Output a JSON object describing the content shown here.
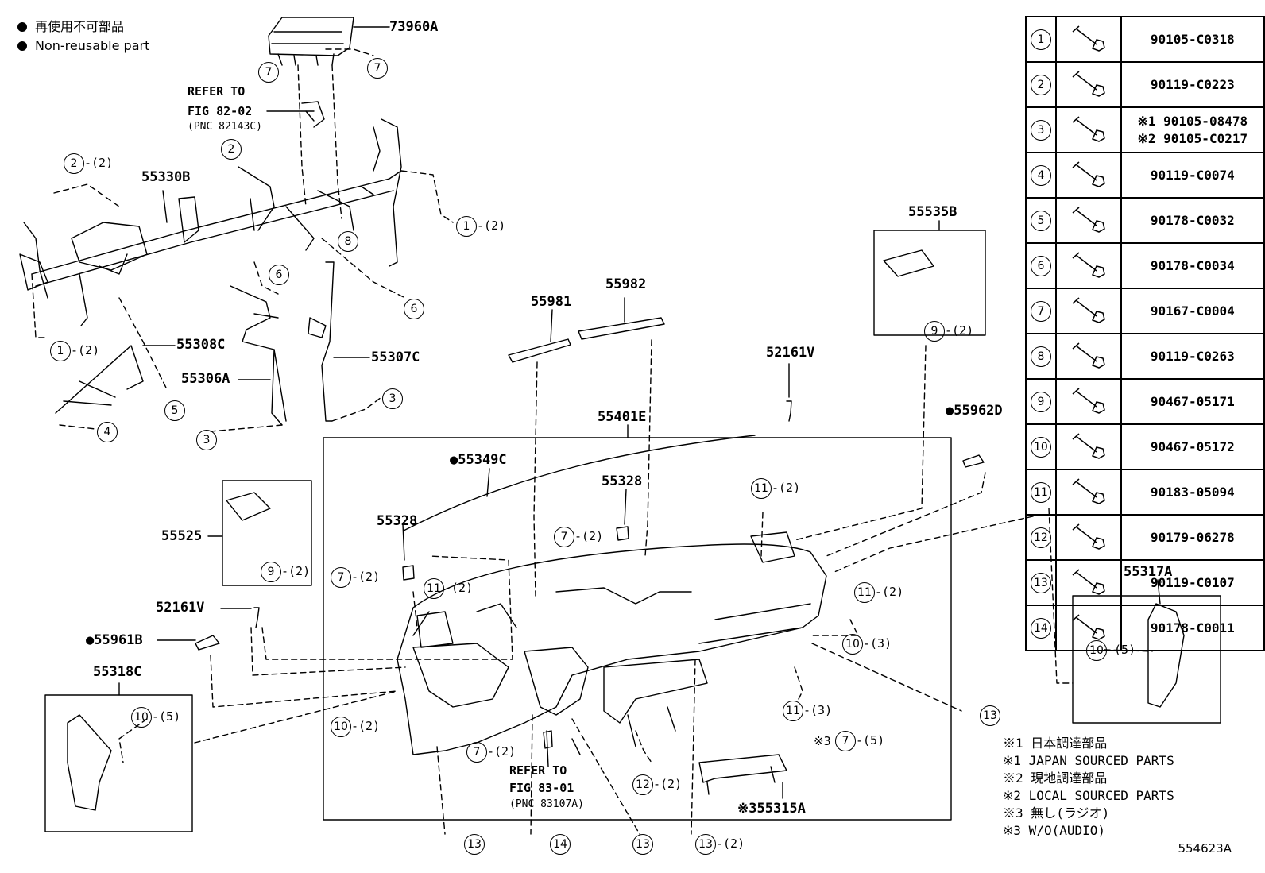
{
  "legend": {
    "jp": "再使用不可部品",
    "en": "Non-reusable part"
  },
  "labels": {
    "p73960A": "73960A",
    "refer1_a": "REFER TO",
    "refer1_b": "FIG 82-02",
    "refer1_c": "(PNC 82143C)",
    "p55330B": "55330B",
    "p55308C": "55308C",
    "p55306A": "55306A",
    "p55307C": "55307C",
    "p55981": "55981",
    "p55982": "55982",
    "p55535B": "55535B",
    "p52161V_r": "52161V",
    "p55401E": "55401E",
    "p55962D": "●55962D",
    "p55349C": "●55349C",
    "p55328_a": "55328",
    "p55328_b": "55328",
    "p55525": "55525",
    "p52161V_l": "52161V",
    "p55961B": "●55961B",
    "p55318C": "55318C",
    "p55317A": "55317A",
    "p55315A": "※355315A",
    "refer2_a": "REFER TO",
    "refer2_b": "FIG 83-01",
    "refer2_c": "(PNC 83107A)"
  },
  "callouts": [
    {
      "n": "7",
      "q": ""
    },
    {
      "n": "7",
      "q": ""
    },
    {
      "n": "2",
      "q": "-(2)"
    },
    {
      "n": "2",
      "q": ""
    },
    {
      "n": "1",
      "q": "-(2)"
    },
    {
      "n": "8",
      "q": ""
    },
    {
      "n": "6",
      "q": ""
    },
    {
      "n": "6",
      "q": ""
    },
    {
      "n": "1",
      "q": "-(2)"
    },
    {
      "n": "5",
      "q": ""
    },
    {
      "n": "4",
      "q": ""
    },
    {
      "n": "3",
      "q": ""
    },
    {
      "n": "3",
      "q": ""
    },
    {
      "n": "9",
      "q": "-(2)"
    },
    {
      "n": "11",
      "q": "-(2)"
    },
    {
      "n": "7",
      "q": "-(2)"
    },
    {
      "n": "7",
      "q": "-(2)"
    },
    {
      "n": "11",
      "q": "-(2)"
    },
    {
      "n": "11",
      "q": "-(2)"
    },
    {
      "n": "10",
      "q": "-(3)"
    },
    {
      "n": "9",
      "q": "-(2)"
    },
    {
      "n": "10",
      "q": "-(2)"
    },
    {
      "n": "10",
      "q": "-(5)"
    },
    {
      "n": "7",
      "q": "-(2)"
    },
    {
      "n": "11",
      "q": "-(3)"
    },
    {
      "n": "7",
      "q": "-(5)"
    },
    {
      "n": "12",
      "q": "-(2)"
    },
    {
      "n": "13",
      "q": ""
    },
    {
      "n": "13",
      "q": ""
    },
    {
      "n": "14",
      "q": ""
    },
    {
      "n": "13",
      "q": ""
    },
    {
      "n": "13",
      "q": "-(2)"
    },
    {
      "n": "10",
      "q": "-(5)"
    }
  ],
  "parts_table": [
    {
      "n": "1",
      "pn": [
        "90105-C0318"
      ]
    },
    {
      "n": "2",
      "pn": [
        "90119-C0223"
      ]
    },
    {
      "n": "3",
      "pn": [
        "※1 90105-08478",
        "※2 90105-C0217"
      ]
    },
    {
      "n": "4",
      "pn": [
        "90119-C0074"
      ]
    },
    {
      "n": "5",
      "pn": [
        "90178-C0032"
      ]
    },
    {
      "n": "6",
      "pn": [
        "90178-C0034"
      ]
    },
    {
      "n": "7",
      "pn": [
        "90167-C0004"
      ]
    },
    {
      "n": "8",
      "pn": [
        "90119-C0263"
      ]
    },
    {
      "n": "9",
      "pn": [
        "90467-05171"
      ]
    },
    {
      "n": "10",
      "pn": [
        "90467-05172"
      ]
    },
    {
      "n": "11",
      "pn": [
        "90183-05094"
      ]
    },
    {
      "n": "12",
      "pn": [
        "90179-06278"
      ]
    },
    {
      "n": "13",
      "pn": [
        "90119-C0107"
      ]
    },
    {
      "n": "14",
      "pn": [
        "90178-C0011"
      ]
    }
  ],
  "notes": [
    "※1 日本調達部品",
    "※1 JAPAN SOURCED PARTS",
    "※2 現地調達部品",
    "※2 LOCAL SOURCED PARTS",
    "※3 無し(ラジオ)",
    "※3 W/O(AUDIO)"
  ],
  "illustration_code": "554623A"
}
